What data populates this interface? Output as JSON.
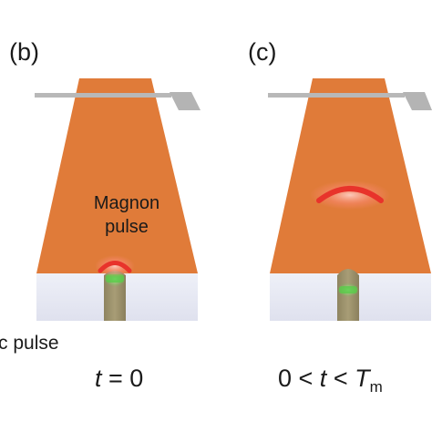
{
  "panels": {
    "b": {
      "label": "(b)",
      "time": {
        "var": "t",
        "rest": " = 0"
      }
    },
    "c": {
      "label": "(c)",
      "time": {
        "lead": "0 < ",
        "var": "t",
        "mid": " < ",
        "tvar": "T",
        "sub": "m"
      }
    }
  },
  "annotations": {
    "magnon_line1": "Magnon",
    "magnon_line2": "pulse",
    "elastic_pulse_fragment": "c pulse"
  },
  "colors": {
    "film": "#e07b39",
    "film_side": "#c96a2e",
    "substrate": "#e4e6f2",
    "substrate_side": "#d2d4e2",
    "transducer": "#9a8f68",
    "elastic_pulse": "#5cc94a",
    "magnon_pulse": "#e8332b",
    "antenna": "#b4b4b4"
  }
}
